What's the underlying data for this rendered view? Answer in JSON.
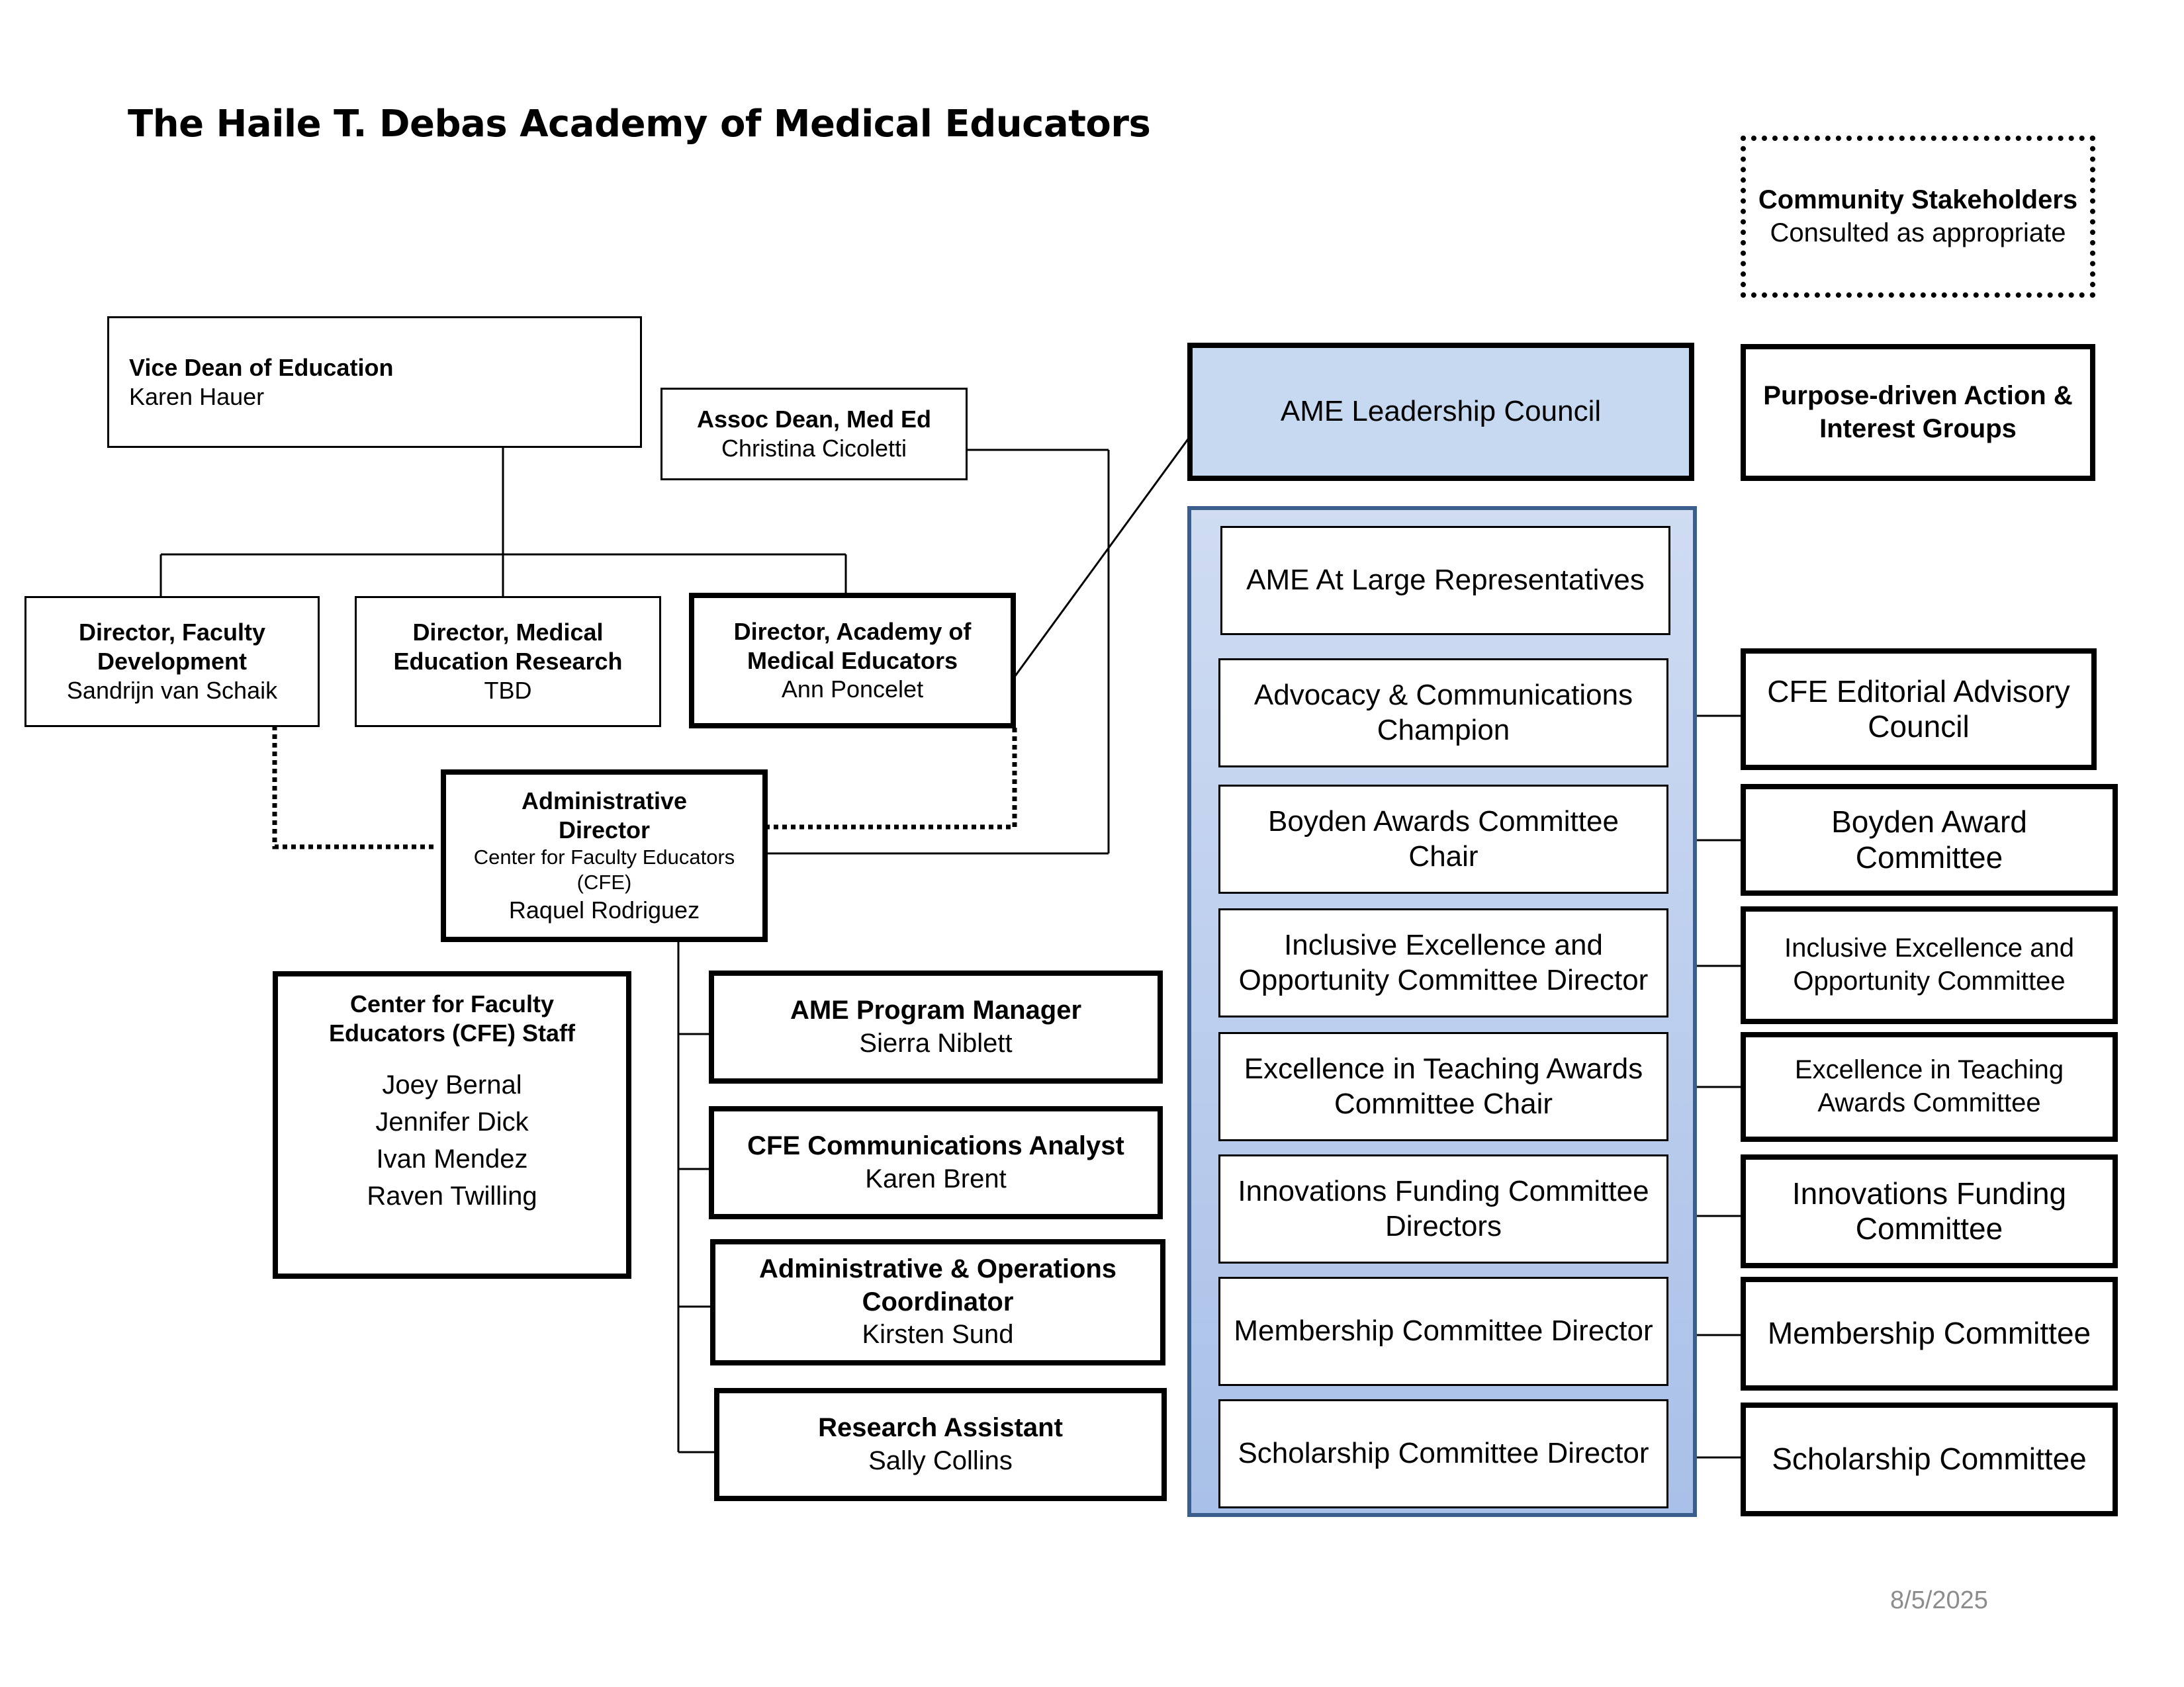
{
  "title": "The Haile T. Debas Academy of Medical Educators",
  "date": "8/5/2025",
  "community": {
    "name": "Community Stakeholders",
    "note": "Consulted as appropriate"
  },
  "purpose_groups": "Purpose-driven Action & Interest Groups",
  "vice_dean": {
    "title": "Vice Dean of Education",
    "name": "Karen Hauer"
  },
  "assoc_dean": {
    "title": "Assoc Dean, Med Ed",
    "name": "Christina Cicoletti"
  },
  "dir_faculty_dev": {
    "title": "Director, Faculty Development",
    "name": "Sandrijn van Schaik"
  },
  "dir_med_ed_research": {
    "title": "Director, Medical Education Research",
    "name": "TBD"
  },
  "dir_academy": {
    "title": "Director, Academy of Medical Educators",
    "name": "Ann Poncelet"
  },
  "admin_director": {
    "title": "Administrative Director",
    "unit": "Center for Faculty Educators (CFE)",
    "name": "Raquel Rodriguez"
  },
  "cfe_staff": {
    "title": "Center for Faculty Educators (CFE) Staff",
    "names": [
      "Joey Bernal",
      "Jennifer Dick",
      "Ivan Mendez",
      "Raven Twilling"
    ]
  },
  "staff": [
    {
      "title": "AME Program Manager",
      "name": "Sierra Niblett"
    },
    {
      "title": "CFE Communications Analyst",
      "name": "Karen Brent"
    },
    {
      "title": "Administrative & Operations Coordinator",
      "name": "Kirsten Sund"
    },
    {
      "title": "Research Assistant",
      "name": "Sally Collins"
    }
  ],
  "council": "AME Leadership Council",
  "council_roles": [
    "AME At Large Representatives",
    "Advocacy & Communications Champion",
    "Boyden Awards Committee Chair",
    "Inclusive Excellence and Opportunity Committee Director",
    "Excellence in Teaching Awards Committee Chair",
    "Innovations Funding Committee Directors",
    "Membership Committee Director",
    "Scholarship Committee Director"
  ],
  "committees": [
    "CFE Editorial Advisory Council",
    "Boyden Award Committee",
    "Inclusive Excellence and Opportunity Committee",
    "Excellence in Teaching Awards Committee",
    "Innovations Funding Committee",
    "Membership Committee",
    "Scholarship Committee"
  ]
}
